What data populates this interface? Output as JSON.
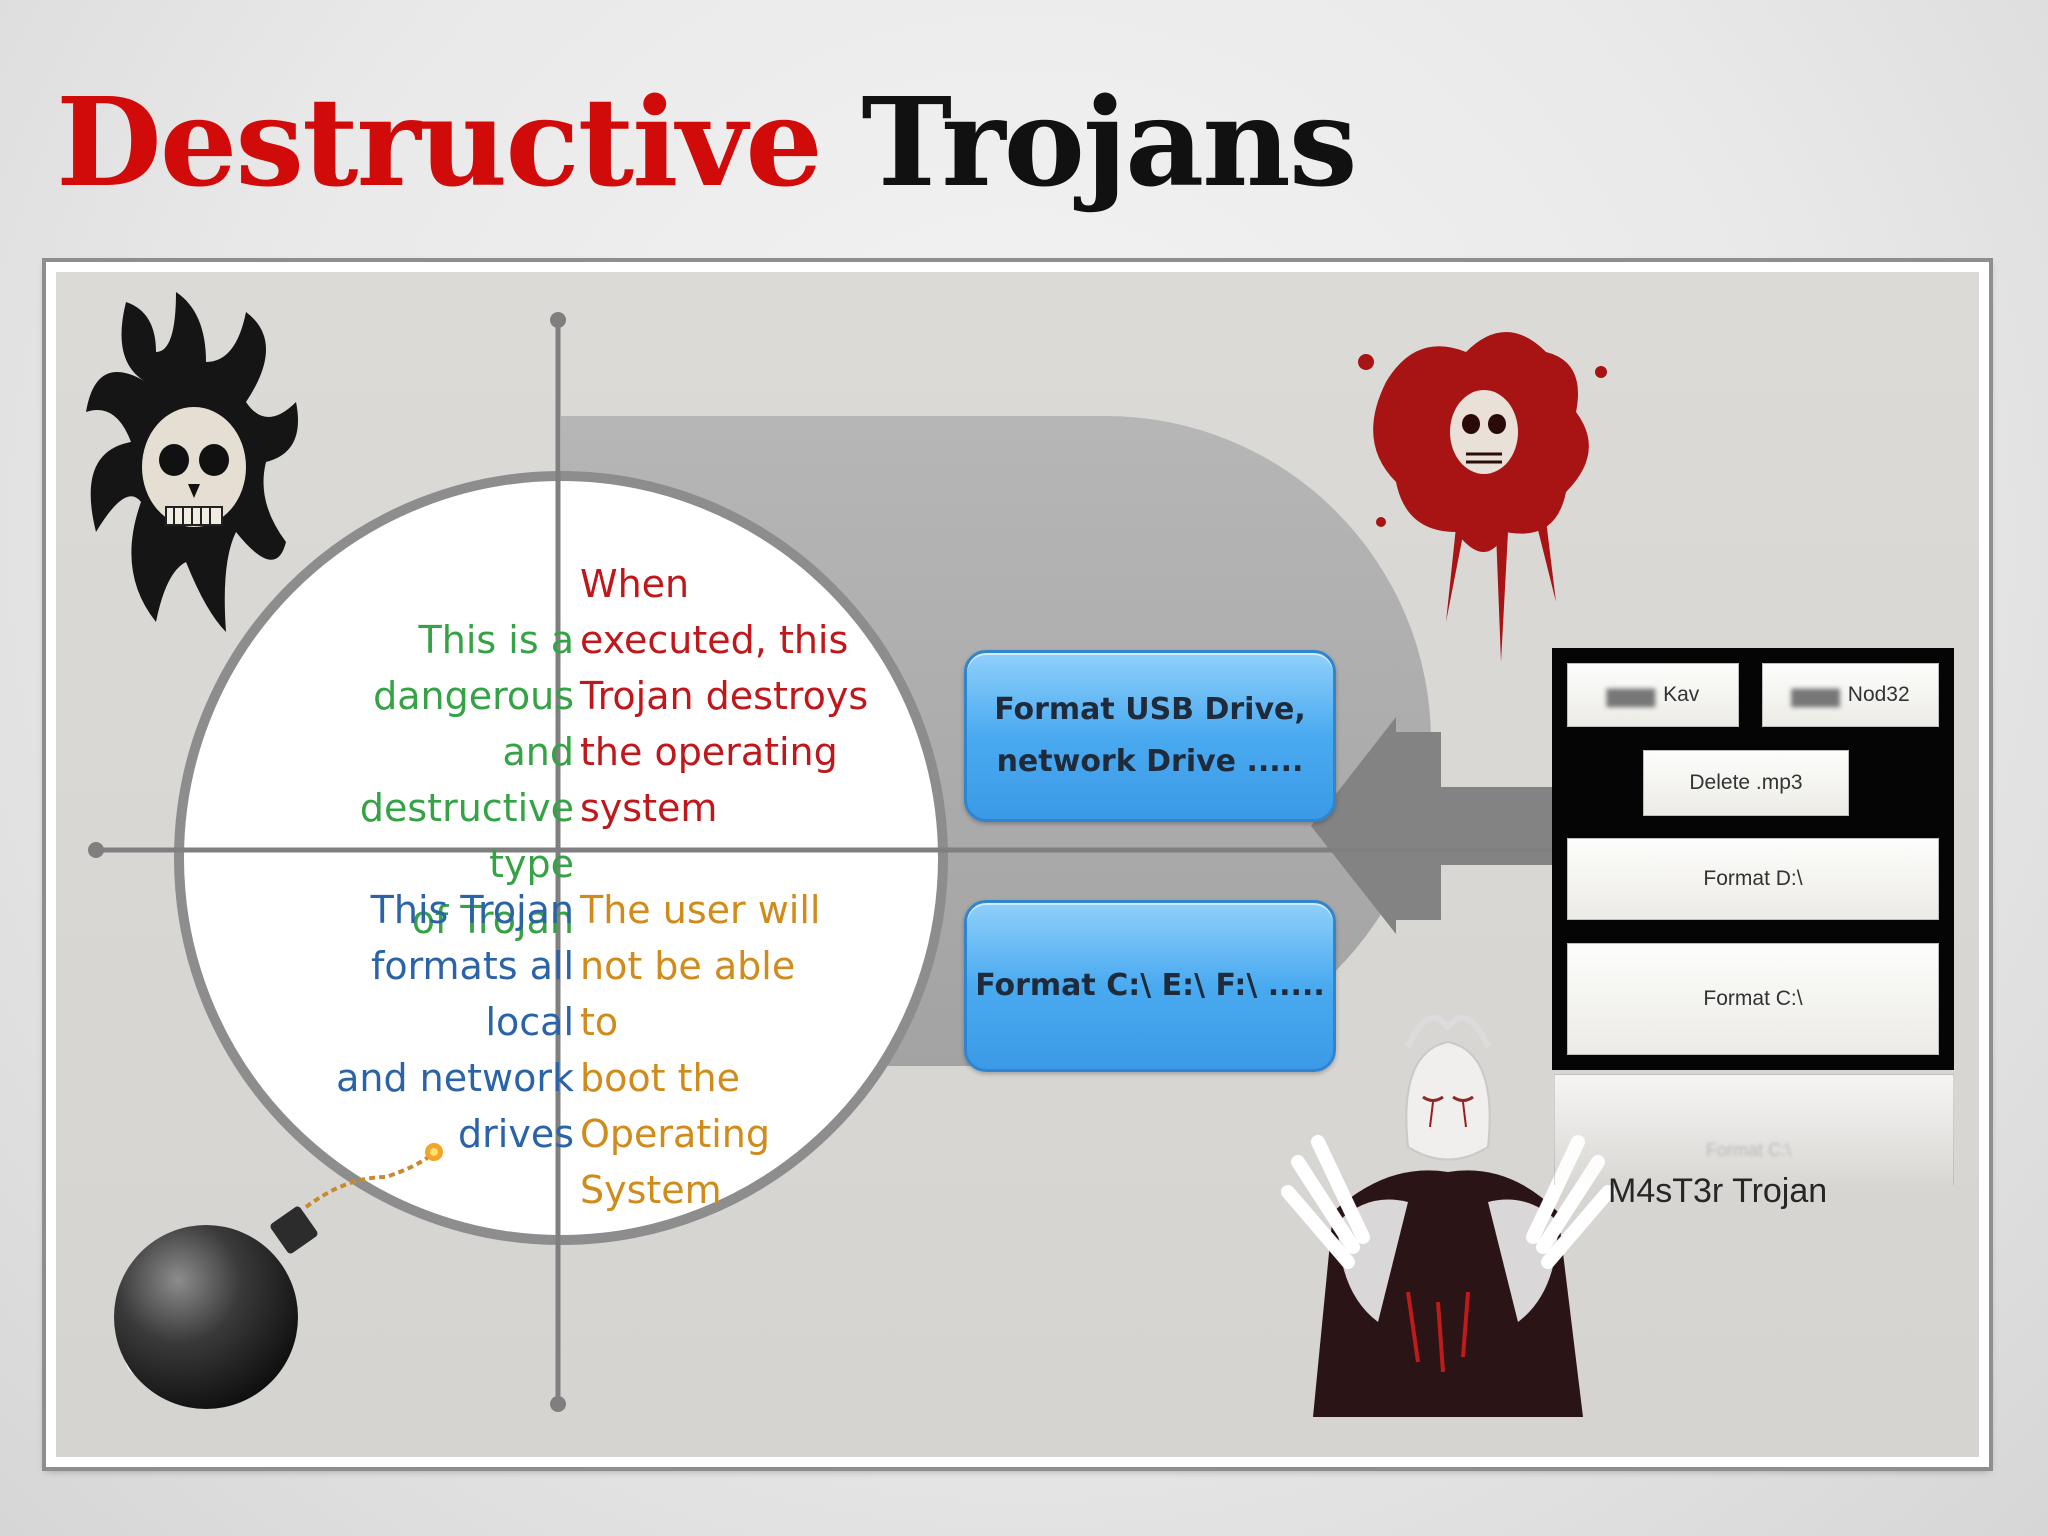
{
  "title": {
    "word1": "Destructive",
    "word2": "Trojans"
  },
  "quadrants": {
    "top_left": [
      "This is a",
      "dangerous and",
      "destructive type",
      "of Trojan"
    ],
    "top_right": [
      "When",
      "executed, this",
      "Trojan destroys",
      "the operating",
      "system"
    ],
    "bottom_left": [
      "This Trojan",
      "formats all local",
      "and network",
      "drives"
    ],
    "bottom_right": [
      "The user will",
      "not be able to",
      "boot the",
      "Operating",
      "System"
    ]
  },
  "actions": {
    "usb": [
      "Format USB Drive,",
      "network Drive ....."
    ],
    "drives": "Format C:\\ E:\\ F:\\ ....."
  },
  "tool": {
    "kav_label": "Kav",
    "nod_label": "Nod32",
    "mp3_label": "Delete .mp3",
    "format_d_label": "Format D:\\",
    "format_c_label": "Format C:\\",
    "reflection_label": "Format C:\\",
    "caption": "M4sT3r Trojan"
  },
  "colors": {
    "title_red": "#d10a0a",
    "green": "#35a345",
    "red": "#c0171b",
    "blue": "#2a63a8",
    "orange": "#d08b1a",
    "button_blue": "#4aaaf0"
  },
  "icons": [
    "tribal-skull-icon",
    "blood-splatter-skull-icon",
    "bomb-icon",
    "crying-figure-icon"
  ]
}
